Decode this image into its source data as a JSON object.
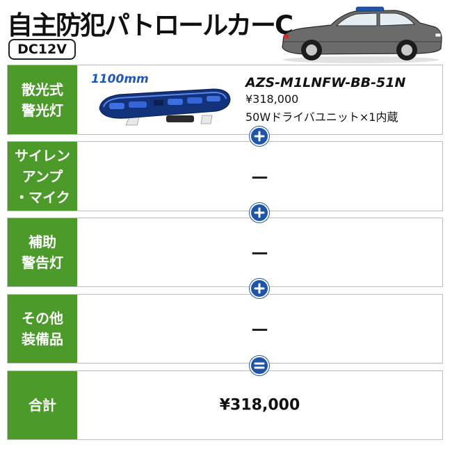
{
  "header": {
    "title": "自主防犯パトロールカーC",
    "voltage": "DC12V"
  },
  "rows": {
    "warning_light": {
      "label": "散光式\n警光灯",
      "size": "1100mm",
      "model": "AZS-M1LNFW-BB-51N",
      "price": "¥318,000",
      "description": "50Wドライバユニット×1内蔵"
    },
    "siren_amp": {
      "label": "サイレン\nアンプ\n・マイク",
      "value": "—"
    },
    "aux_light": {
      "label": "補助\n警告灯",
      "value": "—"
    },
    "other_equipment": {
      "label": "その他\n装備品",
      "value": "—"
    },
    "total": {
      "label": "合計",
      "value": "¥318,000"
    }
  },
  "operators": [
    "plus-icon",
    "plus-icon",
    "plus-icon",
    "equals-icon"
  ],
  "colors": {
    "label_green": "#4c9a2a",
    "operator_blue": "#1f55a8",
    "size_blue": "#1f57b8"
  }
}
